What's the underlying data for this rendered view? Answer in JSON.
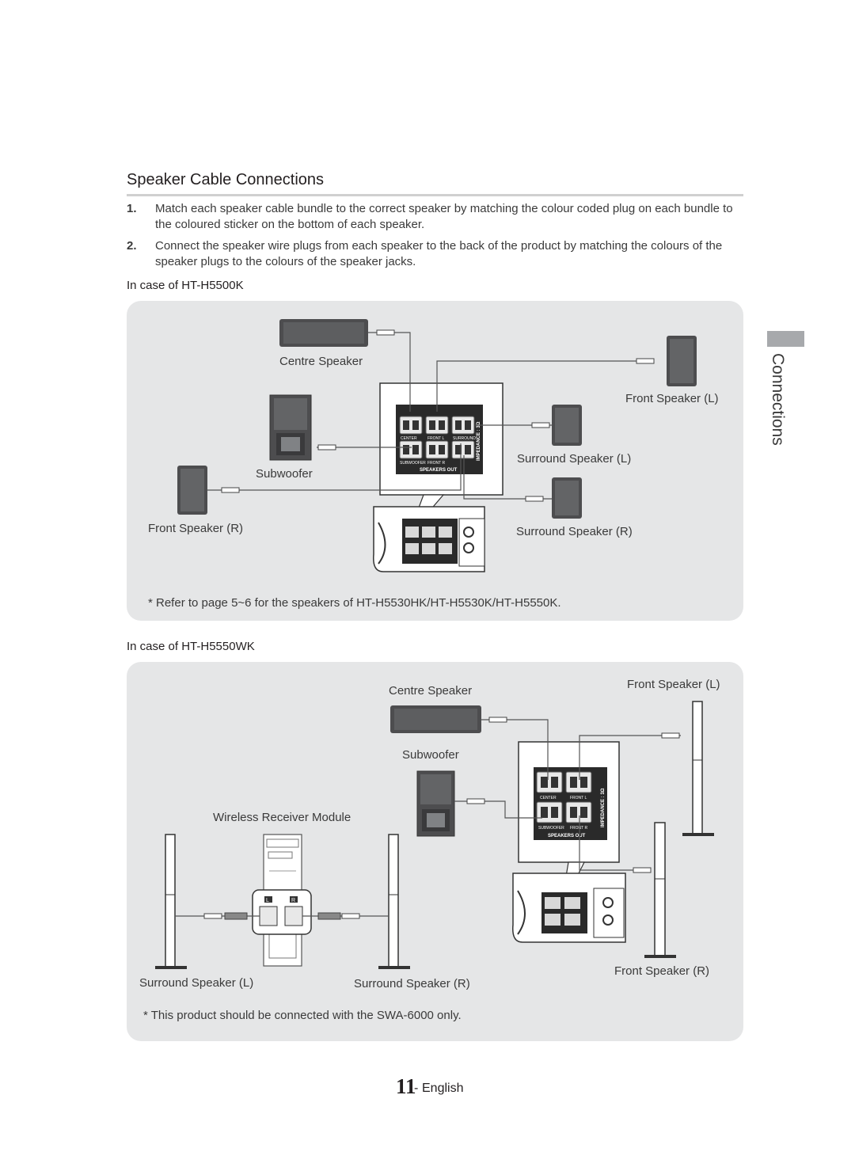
{
  "heading": "Speaker Cable Connections",
  "steps": [
    {
      "num": "1.",
      "text": "Match each speaker cable bundle to the correct speaker by matching the colour coded plug on each bundle to the coloured sticker on the bottom of each speaker."
    },
    {
      "num": "2.",
      "text": "Connect the speaker wire plugs from each speaker to the back of the product by matching the colours of the speaker plugs to the colours of the speaker jacks."
    }
  ],
  "case1": {
    "title": "In case of HT-H5500K",
    "labels": {
      "centre": "Centre Speaker",
      "front_l": "Front Speaker (L)",
      "subwoofer": "Subwoofer",
      "surround_l": "Surround Speaker (L)",
      "front_r": "Front Speaker (R)",
      "surround_r": "Surround Speaker (R)"
    },
    "note": "* Refer to page 5~6 for the speakers of HT-H5530HK/HT-H5530K/HT-H5550K."
  },
  "case2": {
    "title": "In case of HT-H5550WK",
    "labels": {
      "centre": "Centre Speaker",
      "front_l": "Front Speaker (L)",
      "subwoofer": "Subwoofer",
      "wireless": "Wireless Receiver Module",
      "front_r": "Front Speaker (R)",
      "surround_l": "Surround Speaker (L)",
      "surround_r": "Surround Speaker (R)"
    },
    "note": "* This product should be connected with the SWA-6000 only."
  },
  "panel_text": {
    "center": "CENTER",
    "front_l": "FRONT L",
    "surround": "SURROUND",
    "subwoofer": "SUBWOOFER",
    "front_r": "FRONT R",
    "speakers_out": "SPEAKERS OUT",
    "impedance": "IMPEDANCE : 3Ω",
    "ch_l": "L",
    "ch_r": "R"
  },
  "side_tab": "Connections",
  "footer": {
    "page": "11",
    "dash": "-",
    "lang": "English"
  },
  "colors": {
    "panel_bg": "#e5e6e7",
    "speaker_dark": "#4d4d4f",
    "tab_gray": "#a7a9ac"
  }
}
